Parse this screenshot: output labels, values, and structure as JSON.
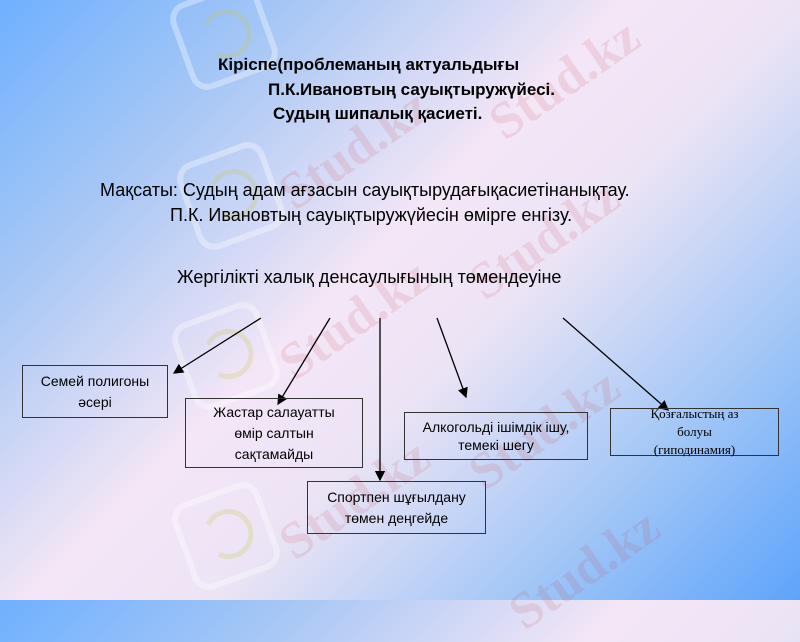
{
  "watermark": "Stud.kz",
  "title": {
    "line1": "Кіріспе(проблеманың актуальдығы",
    "line2": "П.К.Ивановтың  сауықтыружүйесі.",
    "line3": "Судың шипалық қасиеті."
  },
  "goal": {
    "line1": "Мақсаты: Судың  адам  ағзасын сауықтырудағықасиетінанықтау.",
    "line2": "П.К. Ивановтың  сауықтыружүйесін  өмірге  енгізу."
  },
  "root": "Жергілікті  халық денсаулығының төмендеуіне",
  "boxes": [
    {
      "l1": "Семей  полигоны",
      "l2": "әсері"
    },
    {
      "l1": "Жастар  салауатты",
      "l2": "өмір салтын",
      "l3": "сақтамайды"
    },
    {
      "l1": "Спортпен шұғылдану",
      "l2": "төмен  деңгейде"
    },
    {
      "l1": "Алкогольді ішімдік ішу,",
      "l2": "темекі шегу"
    },
    {
      "l1": "Қозғалыстың аз",
      "l2": "болуы",
      "l3": "(гиподинамия)"
    }
  ]
}
